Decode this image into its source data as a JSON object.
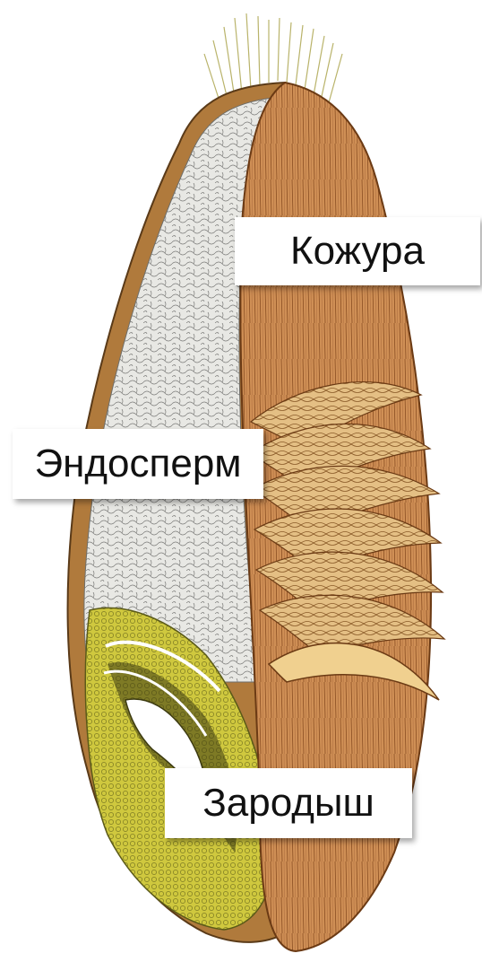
{
  "labels": {
    "husk": "Кожура",
    "endosperm": "Эндосперм",
    "embryo": "Зародыш"
  },
  "colors": {
    "background": "#ffffff",
    "husk": "#c98a4e",
    "husk_dark": "#8a4e22",
    "husk_scales": "#e0b77a",
    "endosperm": "#e6e6e2",
    "aleurone": "#b07a3c",
    "embryo": "#c9c23a",
    "embryo_dark": "#6b6a1c",
    "awn": "#c8c27a"
  },
  "icons": {
    "figure": "wheat-grain-cross-section-illustration"
  }
}
